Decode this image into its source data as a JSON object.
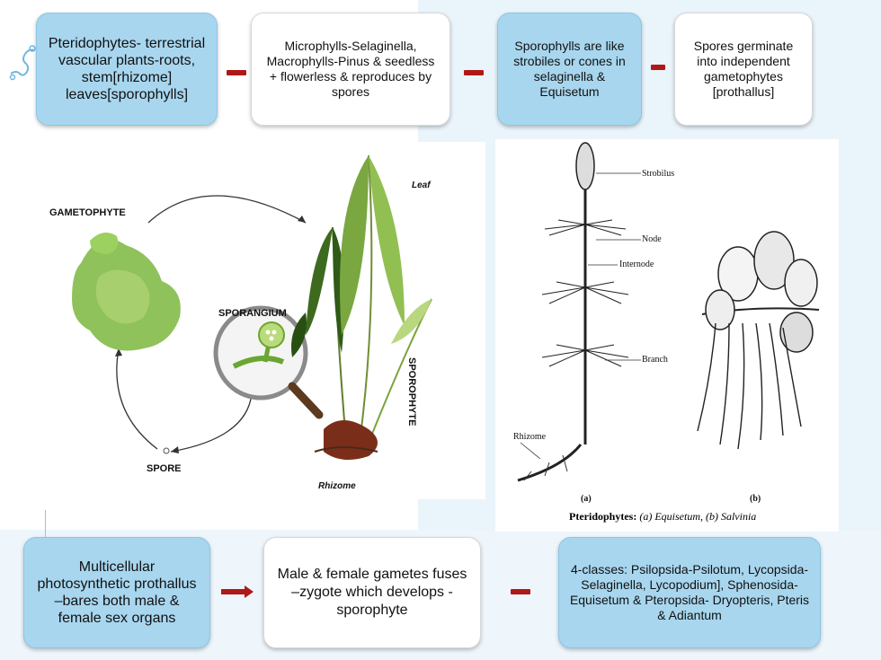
{
  "top_row": [
    {
      "text": "Pteridophytes- terrestrial vascular plants-roots, stem[rhizome] leaves[sporophylls]"
    },
    {
      "text": "Microphylls-Selaginella, Macrophylls-Pinus & seedless + flowerless & reproduces by spores"
    },
    {
      "text": "Sporophylls are like strobiles or cones in selaginella & Equisetum"
    },
    {
      "text": "Spores germinate into independent gametophytes [prothallus]"
    }
  ],
  "bottom_row": [
    {
      "text": "Multicellular photosynthetic prothallus –bares both male & female sex organs"
    },
    {
      "text": "Male & female gametes fuses –zygote which develops -sporophyte"
    },
    {
      "text": "4-classes: Psilopsida-Psilotum, Lycopsida- Selaginella, Lycopodium], Sphenosida-Equisetum & Pteropsida- Dryopteris, Pteris & Adiantum"
    }
  ],
  "life_cycle": {
    "gametophyte": "GAMETOPHYTE",
    "sporangium": "SPORANGIUM",
    "spore": "SPORE",
    "sporophyte": "SPOROPHYTE",
    "leaf": "Leaf",
    "rhizome": "Rhizome"
  },
  "equisetum": {
    "strobilus": "Strobilus",
    "node": "Node",
    "internode": "Internode",
    "branch": "Branch",
    "rhizome": "Rhizome",
    "label_a": "(a)",
    "label_b": "(b)",
    "caption_bold": "Pteridophytes:",
    "caption_rest": " (a) Equisetum, (b) Salvinia"
  },
  "colors": {
    "box_blue": "#a8d6ee",
    "dash_red": "#b01818"
  }
}
